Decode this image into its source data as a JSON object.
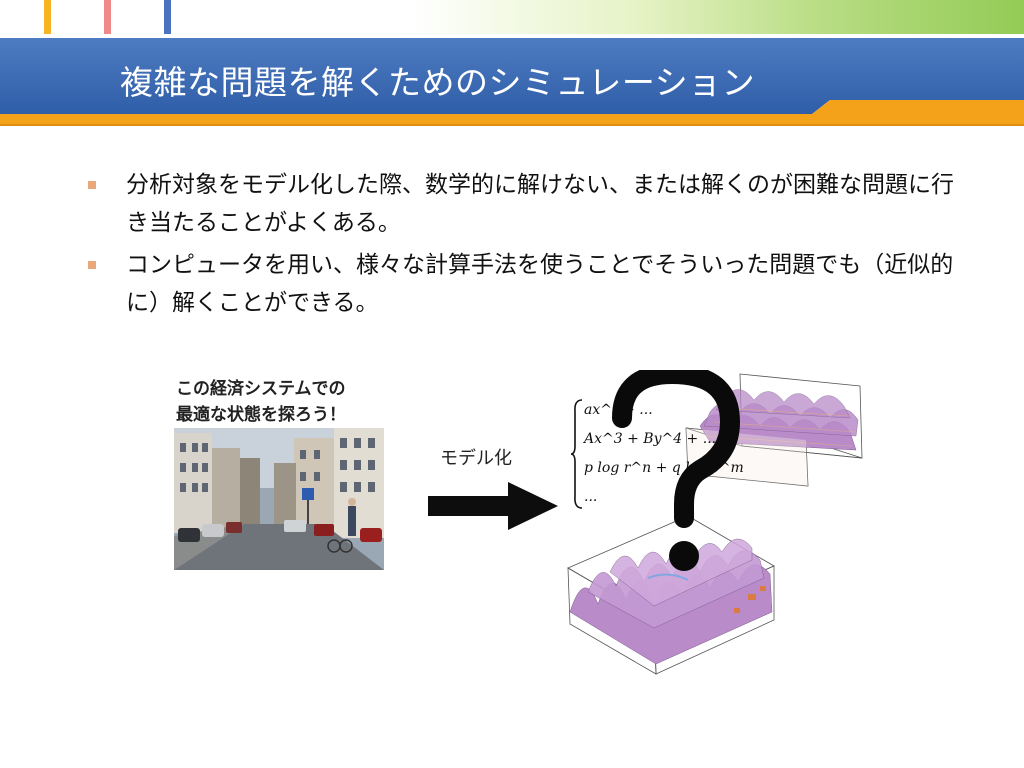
{
  "slide": {
    "title": "複雑な問題を解くためのシミュレーション",
    "bullets": [
      "分析対象をモデル化した際、数学的に解けない、または解くのが困難な問題に行き当たることがよくある。",
      "コンピュータを用い、様々な計算手法を使うことでそういった問題でも（近似的に）解くことができる。"
    ]
  },
  "figure": {
    "caption_line1": "この経済システムでの",
    "caption_line2": "最適な状態を探ろう！",
    "arrow_label": "モデル化",
    "equations": [
      "ax^r + ... ",
      "Ax^3 + By^4 + ...",
      "p log r^n + q log s^m",
      "..."
    ]
  },
  "colors": {
    "title_band": "#3d6cb4",
    "accent_orange": "#f4a21a",
    "bullet_marker": "#e8a87c",
    "surface": "#b98cc9"
  }
}
